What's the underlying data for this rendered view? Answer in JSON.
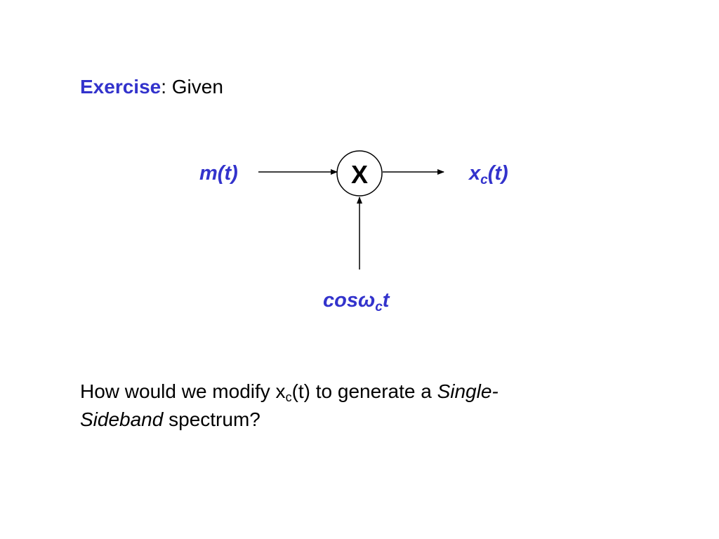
{
  "colors": {
    "accent": "#3333cc",
    "ink": "#000000",
    "background": "#ffffff"
  },
  "heading": {
    "label": "Exercise",
    "rest": ": Given"
  },
  "diagram": {
    "input_signal": {
      "base": "m(t)"
    },
    "mixer_symbol": "X",
    "output_signal": {
      "base": "x",
      "sub": "c",
      "tail": "(t)"
    },
    "carrier_signal": {
      "base": "cos",
      "omega": "ω",
      "sub": "c",
      "tail": "t"
    }
  },
  "question": {
    "part1": "How would we modify x",
    "sub": "c",
    "part2": "(t) to generate a ",
    "emph1": "Single-",
    "emph2": "Sideband",
    "part3": " spectrum?"
  }
}
